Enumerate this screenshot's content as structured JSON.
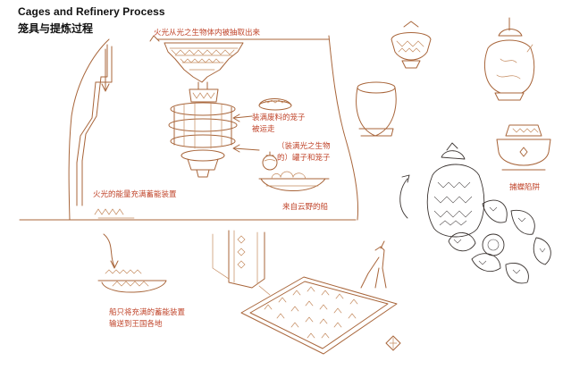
{
  "title": {
    "english": "Cages and Refinery Process",
    "chinese": "笼具与提炼过程"
  },
  "labels": {
    "extract": "火光从光之生物体内被抽取出来",
    "cage_waste_1": "装满废料的笼子",
    "cage_waste_2": "被运走",
    "jars_1": "（装满光之生物",
    "jars_2": "的）罐子和笼子",
    "boat": "来自云野的船",
    "storage": "火光的能量充满蓄能装置",
    "ship_1": "船只将充满的蓄能装置",
    "ship_2": "输送到王国各地",
    "trap": "捕蝶陷阱"
  },
  "colors": {
    "annotation": "#c0442a",
    "sketch_line": "#a8653a",
    "ink": "#3a3330",
    "title": "#111111"
  }
}
